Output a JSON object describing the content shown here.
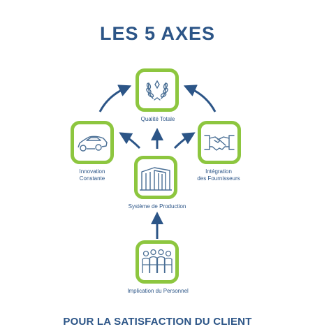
{
  "title": "LES 5 AXES",
  "footer": "POUR LA SATISFACTION DU CLIENT",
  "nodes": {
    "quality": {
      "label": "Qualité Totale",
      "icon": "laurel-wreath-icon"
    },
    "innovation": {
      "label_line1": "Innovation",
      "label_line2": "Constante",
      "icon": "car-icon"
    },
    "production": {
      "label": "Système de Production",
      "icon": "factory-building-icon"
    },
    "suppliers": {
      "label_line1": "Intégration",
      "label_line2": "des Fournisseurs",
      "icon": "handshake-icon"
    },
    "personnel": {
      "label": "Implication du Personnel",
      "icon": "people-group-icon"
    }
  },
  "colors": {
    "accent_green": "#8dc63f",
    "text_blue": "#2c5587",
    "arrow_blue": "#2c5587",
    "icon_blue": "#4a6f95"
  }
}
